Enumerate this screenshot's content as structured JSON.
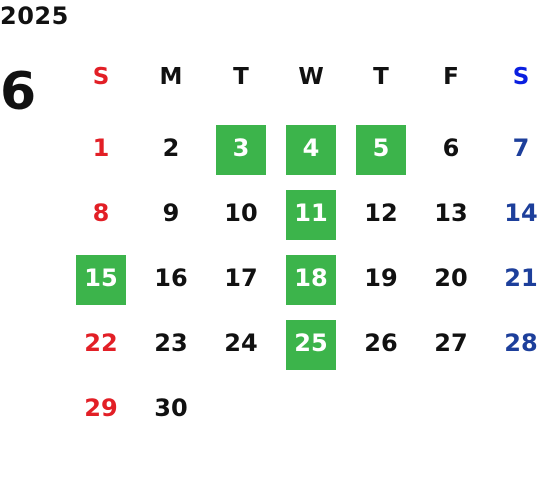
{
  "calendar": {
    "year": "2025",
    "month": "6",
    "weekday_headers": [
      "S",
      "M",
      "T",
      "W",
      "T",
      "F",
      "S"
    ],
    "colors": {
      "sunday": "#e21f26",
      "saturday": "#1d3f9b",
      "saturday_header": "#0a1fe0",
      "weekday": "#111111",
      "highlight": "#3cb44b"
    },
    "weeks": [
      [
        {
          "d": "1"
        },
        {
          "d": "2"
        },
        {
          "d": "3",
          "hl": true
        },
        {
          "d": "4",
          "hl": true
        },
        {
          "d": "5",
          "hl": true
        },
        {
          "d": "6"
        },
        {
          "d": "7"
        }
      ],
      [
        {
          "d": "8"
        },
        {
          "d": "9"
        },
        {
          "d": "10"
        },
        {
          "d": "11",
          "hl": true
        },
        {
          "d": "12"
        },
        {
          "d": "13"
        },
        {
          "d": "14"
        }
      ],
      [
        {
          "d": "15",
          "hl": true
        },
        {
          "d": "16"
        },
        {
          "d": "17"
        },
        {
          "d": "18",
          "hl": true
        },
        {
          "d": "19"
        },
        {
          "d": "20"
        },
        {
          "d": "21"
        }
      ],
      [
        {
          "d": "22"
        },
        {
          "d": "23"
        },
        {
          "d": "24"
        },
        {
          "d": "25",
          "hl": true
        },
        {
          "d": "26"
        },
        {
          "d": "27"
        },
        {
          "d": "28"
        }
      ],
      [
        {
          "d": "29"
        },
        {
          "d": "30"
        },
        null,
        null,
        null,
        null,
        null
      ]
    ]
  }
}
